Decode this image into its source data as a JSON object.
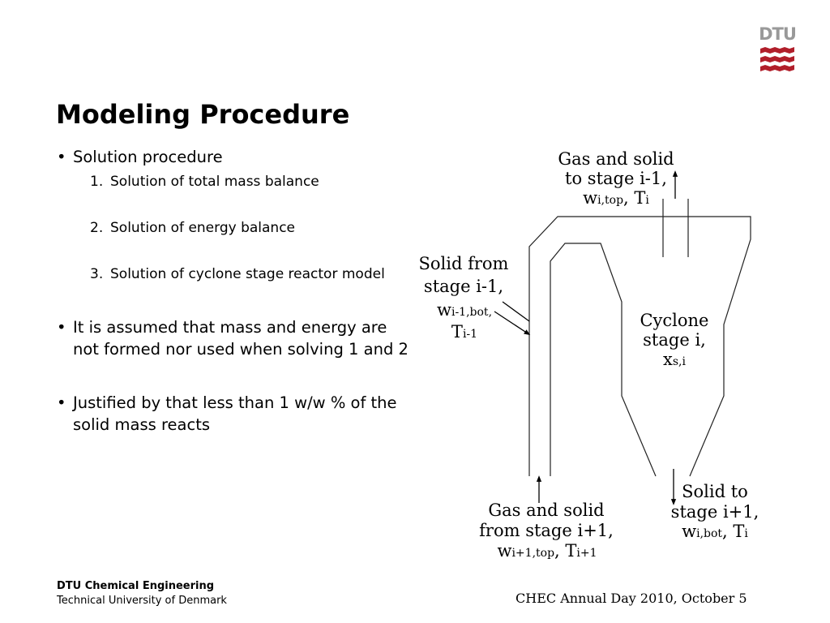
{
  "logo": {
    "text": "DTU",
    "red": "#b11e2a",
    "grey": "#999999"
  },
  "slide": {
    "title": "Modeling Procedure",
    "bullets": [
      {
        "text": "Solution procedure"
      },
      {
        "text": "It is assumed that mass and energy are not formed nor used when solving 1 and 2"
      },
      {
        "text": "Justified by that less than 1 w/w % of the solid mass reacts"
      }
    ],
    "steps": [
      {
        "num": "1.",
        "text": "Solution of total mass balance"
      },
      {
        "num": "2.",
        "text": "Solution of energy balance"
      },
      {
        "num": "3.",
        "text": "Solution of cyclone stage reactor model"
      }
    ]
  },
  "diagram": {
    "top": {
      "line1": "Gas and solid",
      "line2": "to stage i-1,",
      "w": "w",
      "w_sub": "i,top",
      "sep": ", T",
      "t_sub": "i"
    },
    "left": {
      "line1": "Solid from",
      "line2": "stage i-1,",
      "w": "w",
      "w_sub": "i-1,bot",
      "comma": ",",
      "t": "T",
      "t_sub": "i-1"
    },
    "center": {
      "line1": "Cyclone",
      "line2": "stage i,",
      "x": "x",
      "x_sub": "s,i"
    },
    "bottom_left": {
      "line1": "Gas and solid",
      "line2": "from stage i+1,",
      "w": "w",
      "w_sub": "i+1,top",
      "sep": ",  T",
      "t_sub": "i+1"
    },
    "bottom_right": {
      "line1": "Solid to",
      "line2": "stage i+1,",
      "w": "w",
      "w_sub": "i,bot",
      "sep": ", T",
      "t_sub": "i"
    }
  },
  "footer": {
    "org": "DTU Chemical Engineering",
    "university": "Technical University of Denmark",
    "event": "CHEC Annual Day 2010, October 5"
  }
}
